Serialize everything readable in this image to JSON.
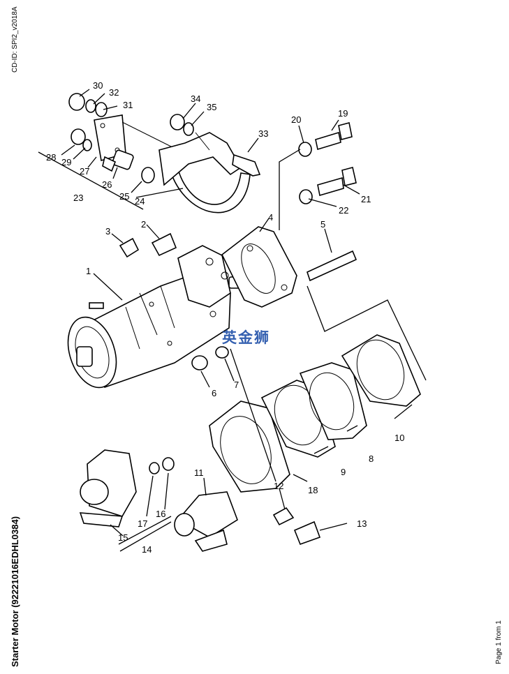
{
  "document": {
    "cd_id": "CD-ID: SPI2_v2018A",
    "title": "Starter Motor (92221016EDHL0384)",
    "page": "Page 1 from 1",
    "watermark": "英金狮"
  },
  "callouts": [
    "1",
    "2",
    "3",
    "4",
    "5",
    "6",
    "7",
    "8",
    "9",
    "10",
    "11",
    "12",
    "13",
    "14",
    "15",
    "16",
    "17",
    "18",
    "19",
    "20",
    "21",
    "22",
    "23",
    "24",
    "25",
    "26",
    "27",
    "28",
    "29",
    "30",
    "31",
    "32",
    "33",
    "34",
    "35"
  ]
}
